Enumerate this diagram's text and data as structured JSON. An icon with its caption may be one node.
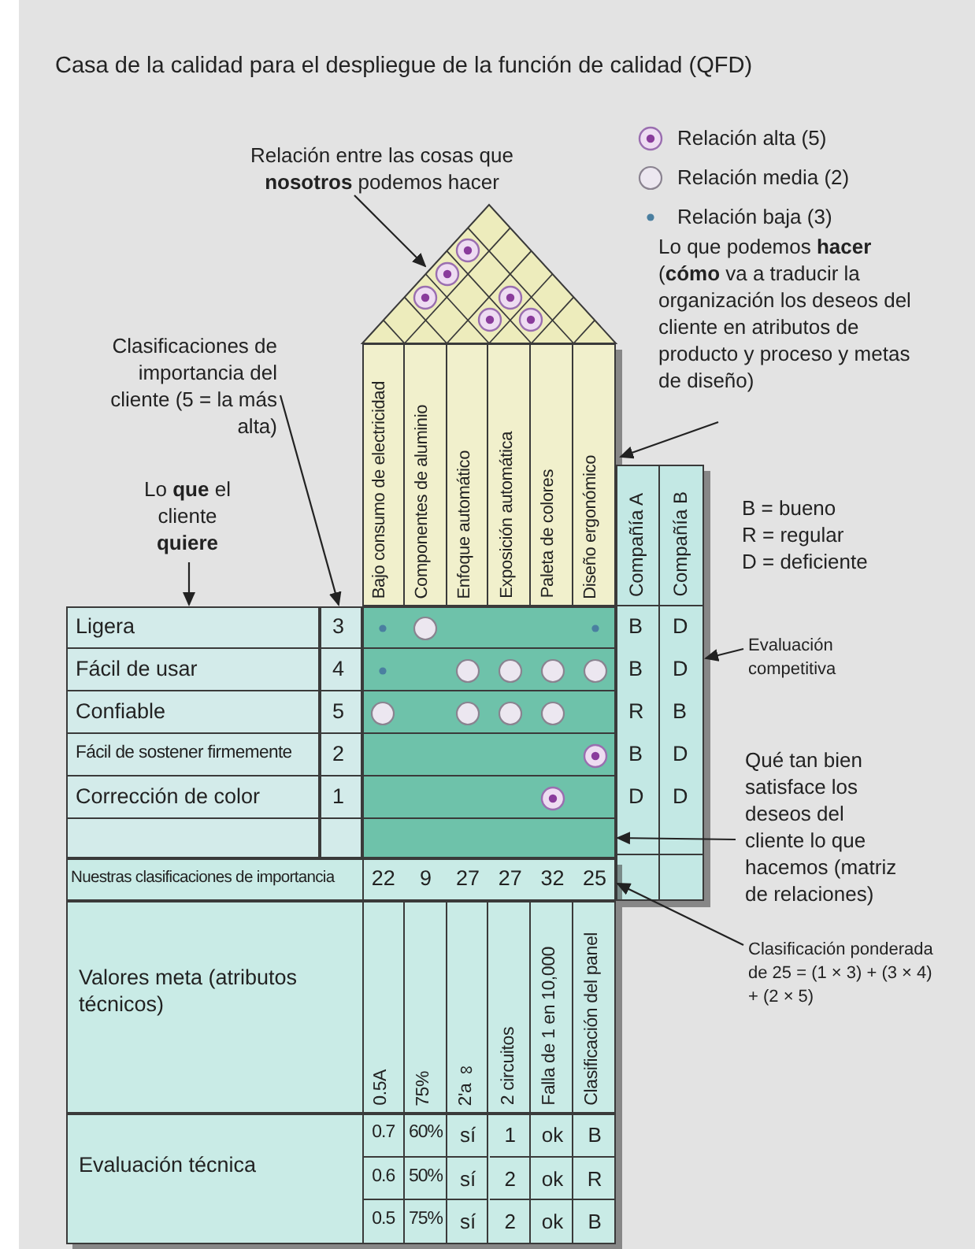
{
  "diagram": {
    "title": "Casa de la calidad para el despliegue de la función de calidad (QFD)",
    "nodes": [
      {
        "text": [
          "Relación entre las cosas que **nosotros** podemos hacer"
        ]
      },
      {
        "text": [],
        "shape": "triangle"
      },
      {
        "text": [
          "Lo que podemos **hacer** (**cómo** va a traducir la organización los deseos del cliente en atributos de producto y proceso y metas de diseño)"
        ]
      },
      {
        "text": [
          "Bajo consumo de electricidad",
          "Componentes de aluminio",
          "Enfoque automático",
          "Exposición automática",
          "Paleta de colores",
          "Diseño ergonómico"
        ]
      },
      {
        "text": [
          "Clasificaciones de importancia del cliente (5 = la más alta)"
        ]
      },
      {
        "text": [
          "Lo **que** el cliente **quiere**"
        ]
      },
      {
        "text": [
          "Ligera",
          "Fácil de usar",
          "Confiable",
          "Fácil de sostener firmemente",
          "Corrección de color"
        ]
      },
      {
        "text": [
          "3",
          "4",
          "5",
          "2",
          "1"
        ]
      },
      {
        "text": [],
        "shape": "box"
      },
      {
        "text": [
          "Compañía A",
          "Compañía B",
          "B",
          "D",
          "B",
          "D",
          "R",
          "B",
          "B",
          "D",
          "D",
          "D"
        ]
      },
      {
        "text": [
          "Evaluación competitiva"
        ]
      },
      {
        "text": [
          "Qué tan bien satisface los deseos del cliente lo que hacemos (matriz de relaciones)"
        ]
      },
      {
        "text": [
          "Nuestras clasificaciones de importancia",
          "22",
          "9",
          "27",
          "27",
          "32",
          "25"
        ]
      },
      {
        "text": [
          "Clasificación ponderada de 25 = (1 × 3) + (3 × 4) + (2 × 5)"
        ]
      },
      {
        "text": [
          "Valores meta (atributos técnicos)",
          "0.5A",
          "75%",
          "2'a ∞",
          "2 circuitos",
          "Falla de 1 en 10,000",
          "Clasificación del panel"
        ]
      },
      {
        "text": [
          "Evaluación técnica",
          "0.7",
          "60%",
          "sí",
          "1",
          "ok",
          "B",
          "0.6",
          "50%",
          "sí",
          "2",
          "ok",
          "R",
          "0.5",
          "75%",
          "sí",
          "2",
          "ok",
          "B"
        ]
      }
    ],
    "edges": [
      {
        "from": 0,
        "to": 1,
        "arrow": "to"
      },
      {
        "from": 2,
        "to": 3,
        "arrow": "to"
      },
      {
        "from": 4,
        "to": 7,
        "arrow": "to"
      },
      {
        "from": 5,
        "to": 6,
        "arrow": "to"
      },
      {
        "from": 10,
        "to": 9,
        "arrow": "to"
      },
      {
        "from": 11,
        "to": 8,
        "arrow": "to"
      },
      {
        "from": 13,
        "to": 12,
        "arrow": "to"
      }
    ],
    "labels": [
      "B = bueno",
      "R = regular",
      "D = deficiente"
    ],
    "legend": [
      {
        "text": "Relación alta (5)"
      },
      {
        "text": "Relación media (2)"
      },
      {
        "text": "Relación baja (3)"
      }
    ]
  }
}
